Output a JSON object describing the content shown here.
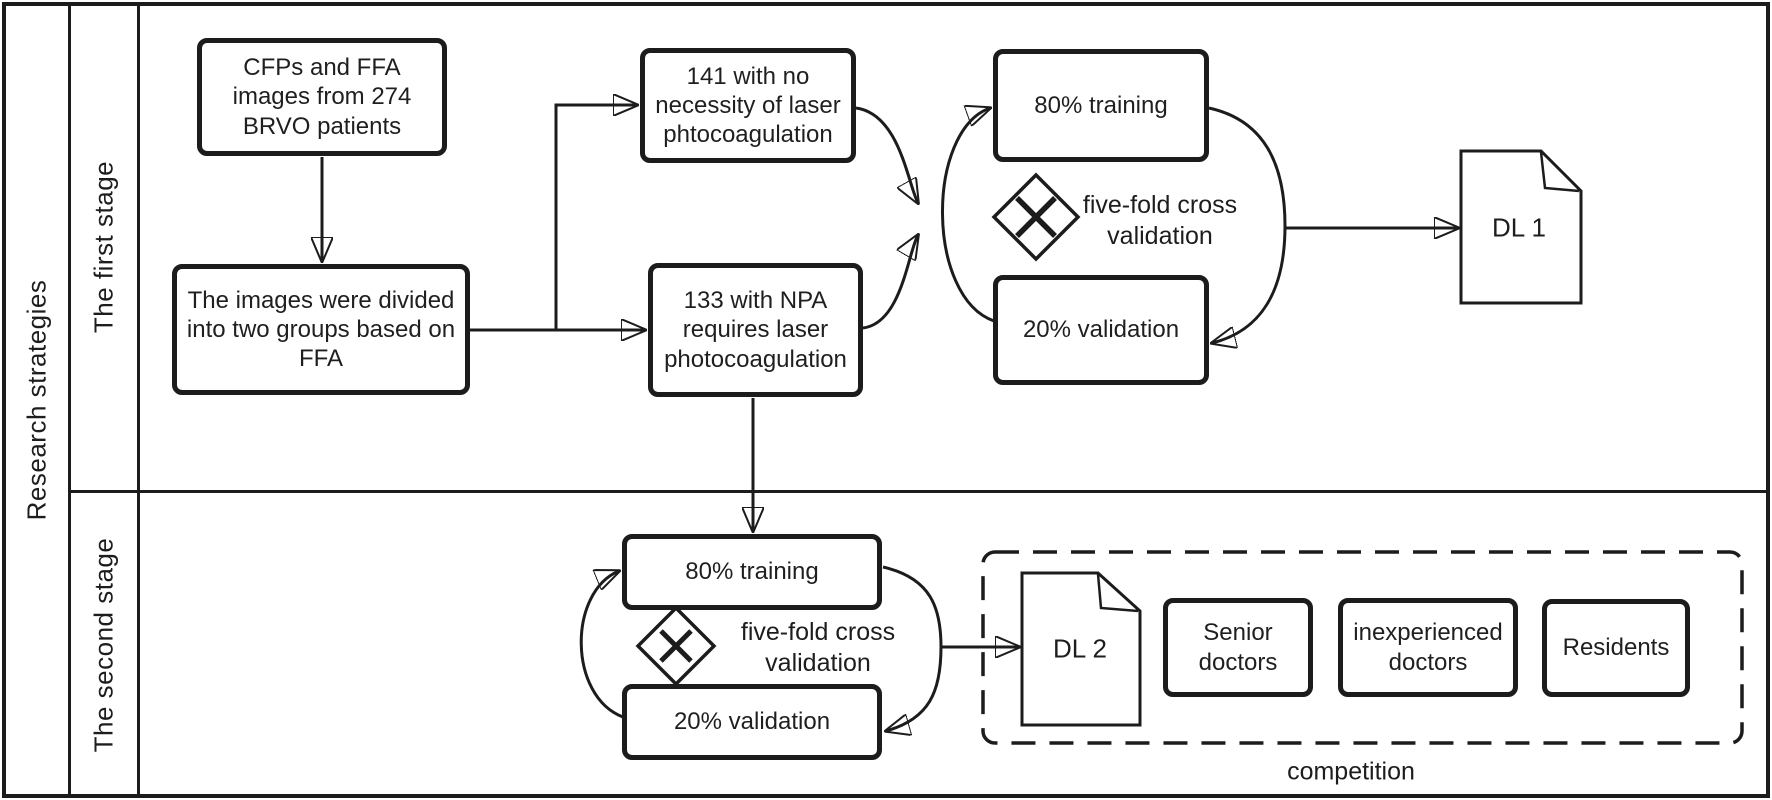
{
  "colors": {
    "line": "#1c1c1c",
    "background": "#ffffff"
  },
  "row_header": {
    "label": "Research strategies"
  },
  "stage_headers": {
    "first": "The first stage",
    "second": "The second stage"
  },
  "stage1": {
    "source_box": "CFPs and FFA\nimages from 274\nBRVO patients",
    "split_box": "The images were divided\ninto two groups based on\nFFA",
    "no_laser_box": "141 with no\nnecessity of laser\nphtocoagulation",
    "laser_box": "133 with NPA\nrequires laser\nphotocoagulation",
    "training_box": "80% training",
    "validation_box": "20% validation",
    "cross_validation_label": "five-fold cross\nvalidation",
    "model_doc": "DL 1"
  },
  "stage2": {
    "training_box": "80% training",
    "validation_box": "20% validation",
    "cross_validation_label": "five-fold cross\nvalidation",
    "model_doc": "DL 2",
    "senior_box": "Senior\ndoctors",
    "inexperienced_box": "inexperienced\ndoctors",
    "residents_box": "Residents",
    "competition_label": "competition"
  },
  "icons": {
    "cross_validation": "diamond-with-x",
    "model_output": "document-page"
  }
}
